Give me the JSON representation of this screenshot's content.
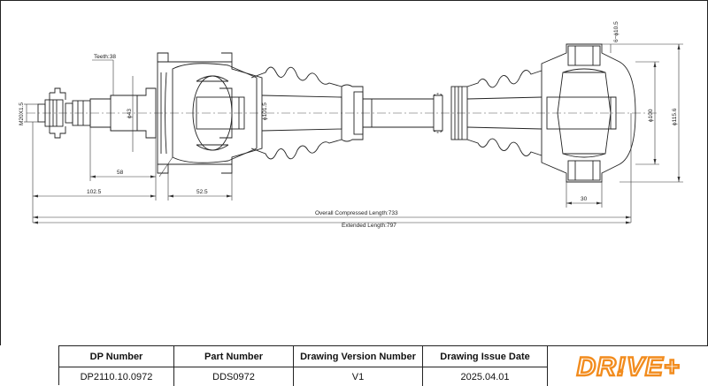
{
  "dimensions": {
    "thread": "M20X1.5",
    "teeth": "Teeth:38",
    "d43": "ϕ43",
    "d58": "58",
    "d1025": "102.5",
    "d525": "52.5",
    "d1015": "ϕ101.5",
    "overall": "Overall Compressed Length:733",
    "extended": "Extended Length:797",
    "holes": "6−ϕ10.5",
    "d100": "ϕ100",
    "d1156": "ϕ115.6",
    "d30": "30"
  },
  "title_block": {
    "headers": [
      "DP Number",
      "Part Number",
      "Drawing Version Number",
      "Drawing Issue Date"
    ],
    "values": [
      "DP2110.10.0972",
      "DDS0972",
      "V1",
      "2025.04.01"
    ]
  },
  "logo": {
    "text": "DR!VE+",
    "color": "#f28c1e"
  }
}
